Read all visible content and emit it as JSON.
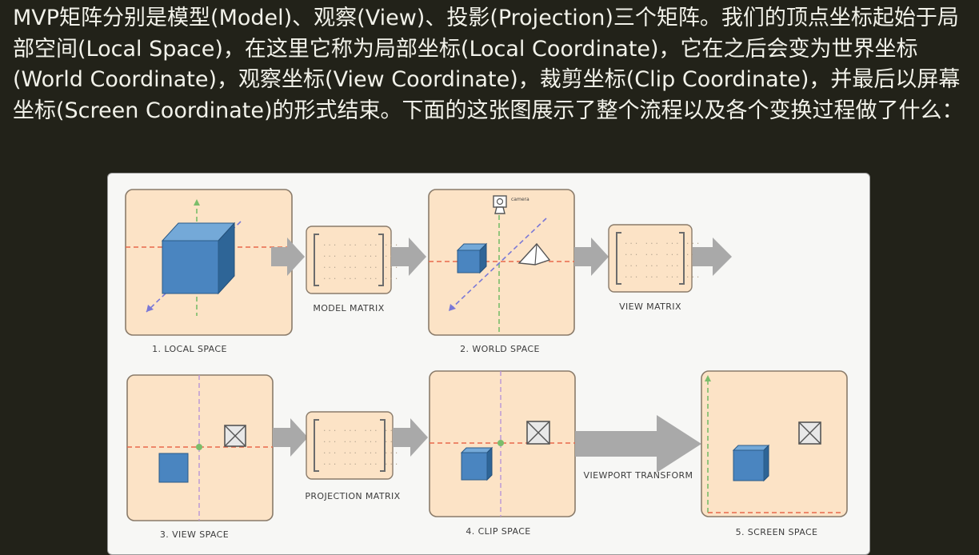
{
  "intro_text": "MVP矩阵分别是模型(Model)、观察(View)、投影(Projection)三个矩阵。我们的顶点坐标起始于局部空间(Local Space)，在这里它称为局部坐标(Local Coordinate)，它在之后会变为世界坐标(World Coordinate)，观察坐标(View Coordinate)，裁剪坐标(Clip Coordinate)，并最后以屏幕坐标(Screen Coordinate)的形式结束。下面的这张图展示了整个流程以及各个变换过程做了什么：",
  "diagram": {
    "stages": {
      "local": "1. LOCAL SPACE",
      "world": "2. WORLD SPACE",
      "view": "3. VIEW SPACE",
      "clip": "4. CLIP SPACE",
      "screen": "5. SCREEN SPACE"
    },
    "matrices": {
      "model": "MODEL MATRIX",
      "view": "VIEW MATRIX",
      "projection": "PROJECTION MATRIX"
    },
    "viewport_transform": "VIEWPORT TRANSFORM",
    "camera_label": "camera",
    "matrix_cell": "...",
    "colors": {
      "stage_fill": "#fce3c6",
      "cube": "#4a85c0",
      "axis_x": "#e8694b",
      "axis_y": "#7bbd6b",
      "axis_z": "#7a78d6",
      "arrow": "#a9a9a9"
    }
  }
}
